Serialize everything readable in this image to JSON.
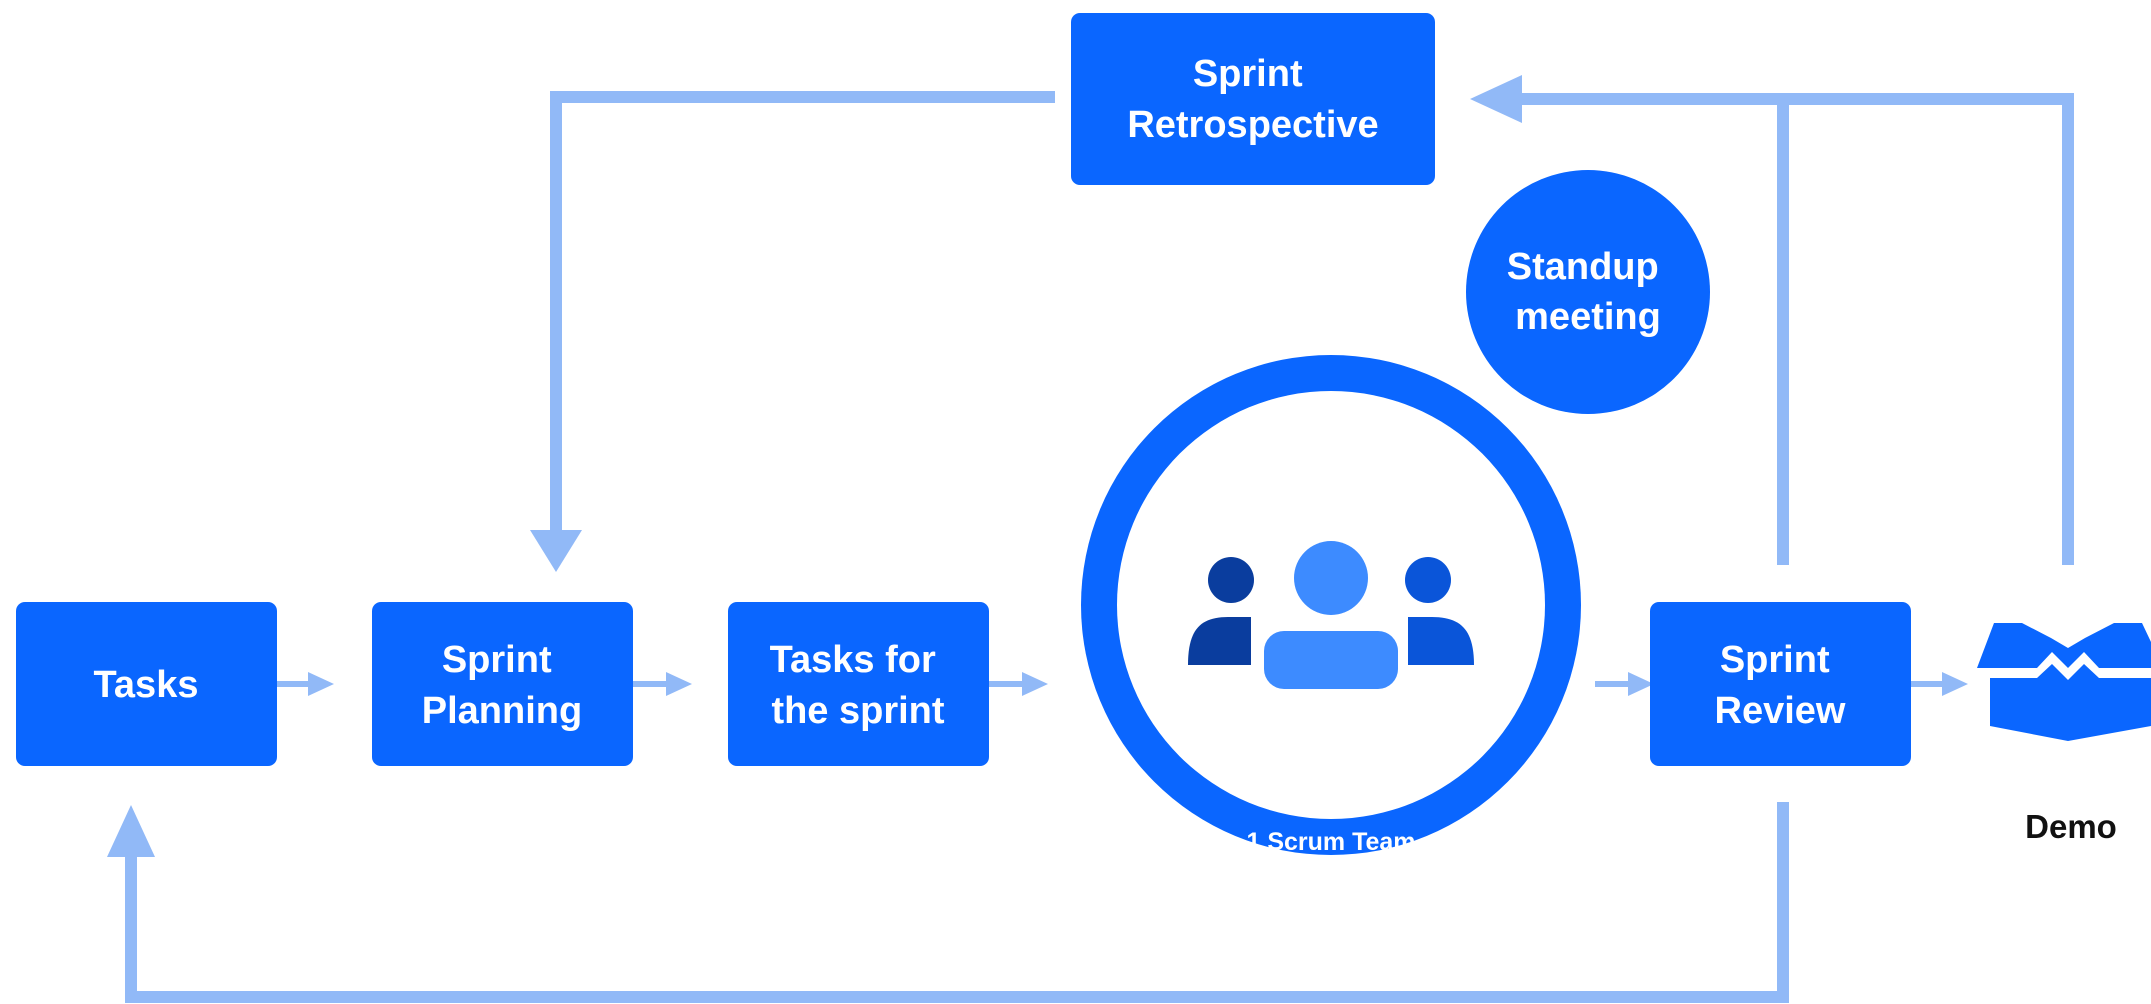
{
  "colors": {
    "primary": "#0a66ff",
    "connector": "#91b9f7",
    "icon_dark": "#0a3d9e",
    "icon_mid": "#0a55d9",
    "icon_light": "#3d8bff",
    "text_dark": "#111111"
  },
  "nodes": {
    "tasks": {
      "label": [
        "Tasks"
      ]
    },
    "sprint_planning": {
      "label": [
        "Sprint",
        "Planning"
      ]
    },
    "tasks_for_sprint": {
      "label": [
        "Tasks for",
        "the sprint"
      ]
    },
    "sprint_review": {
      "label": [
        "Sprint",
        "Review"
      ]
    },
    "sprint_retrospective": {
      "label": [
        "Sprint",
        "Retrospective"
      ]
    },
    "standup_meeting": {
      "label": [
        "Standup",
        "meeting"
      ]
    },
    "scrum_team": {
      "label": "1 Scrum Team",
      "icon": "team-icon"
    },
    "demo": {
      "label": "Demo",
      "icon": "box-icon"
    }
  }
}
